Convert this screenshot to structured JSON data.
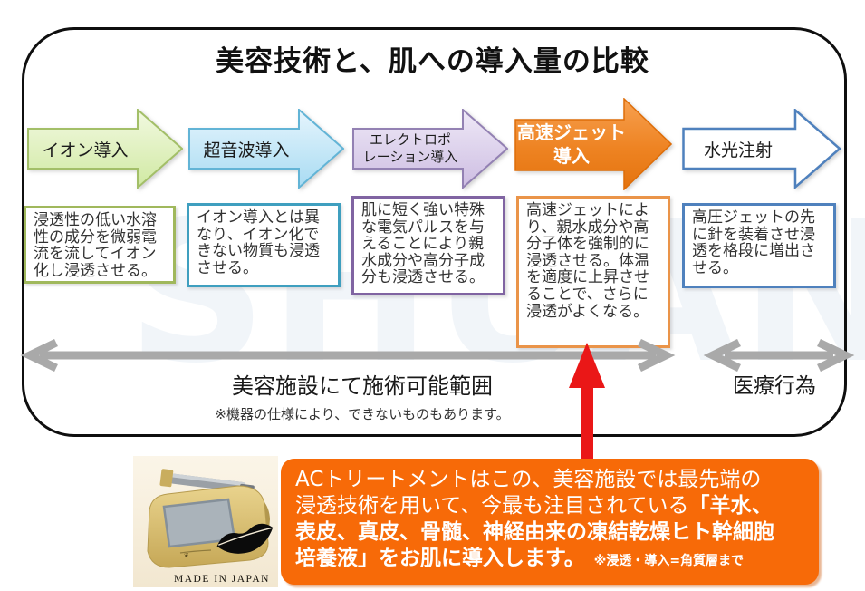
{
  "title": "美容技術と、肌への導入量の比較",
  "watermark": {
    "text": "SHUAN"
  },
  "methods": [
    {
      "label": "イオン導入",
      "desc": "浸透性の低い水溶性の成分を微弱電流を流してイオン化し浸透させる。",
      "accent": "#9bbb59"
    },
    {
      "label": "超音波導入",
      "desc": "イオン導入とは異なり、イオン化できない物質も浸透させる。",
      "accent": "#4bacc6"
    },
    {
      "label": "エレクトロポ\nレーション導入",
      "desc": "肌に短く強い特殊な電気パルスを与えることにより親水成分や高分子成分も浸透させる。",
      "accent": "#8064a2"
    },
    {
      "label": "高速ジェット\n導入",
      "desc": "高速ジェットにより、親水成分や高分子体を強制的に浸透させる。体温を適度に上昇させることで、さらに浸透がよくなる。",
      "accent": "#e8750f"
    },
    {
      "label": "水光注射",
      "desc": "高圧ジェットの先に針を装着させ浸透を格段に増出させる。",
      "accent": "#4f81bd"
    }
  ],
  "range": {
    "beauty_label": "美容施設にて施術可能範囲",
    "medical_label": "医療行為",
    "note": "※機器の仕様により、できないものもあります。",
    "arrow_color": "#a9a9a9"
  },
  "pointer": {
    "color": "#ea1717"
  },
  "callout": {
    "bg_color": "#f76a08",
    "text_normal": "ACトリートメントはこの、美容施設では最先端の\n浸透技術を用いて、今最も注目されている",
    "text_bold": "「羊水、\n表皮、真皮、骨髄、神経由来の凍結乾燥ヒト幹細胞\n培養液」をお肌に導入します。",
    "text_small": "※浸透・導入=角質層まで"
  },
  "device": {
    "caption": "MADE IN JAPAN"
  }
}
